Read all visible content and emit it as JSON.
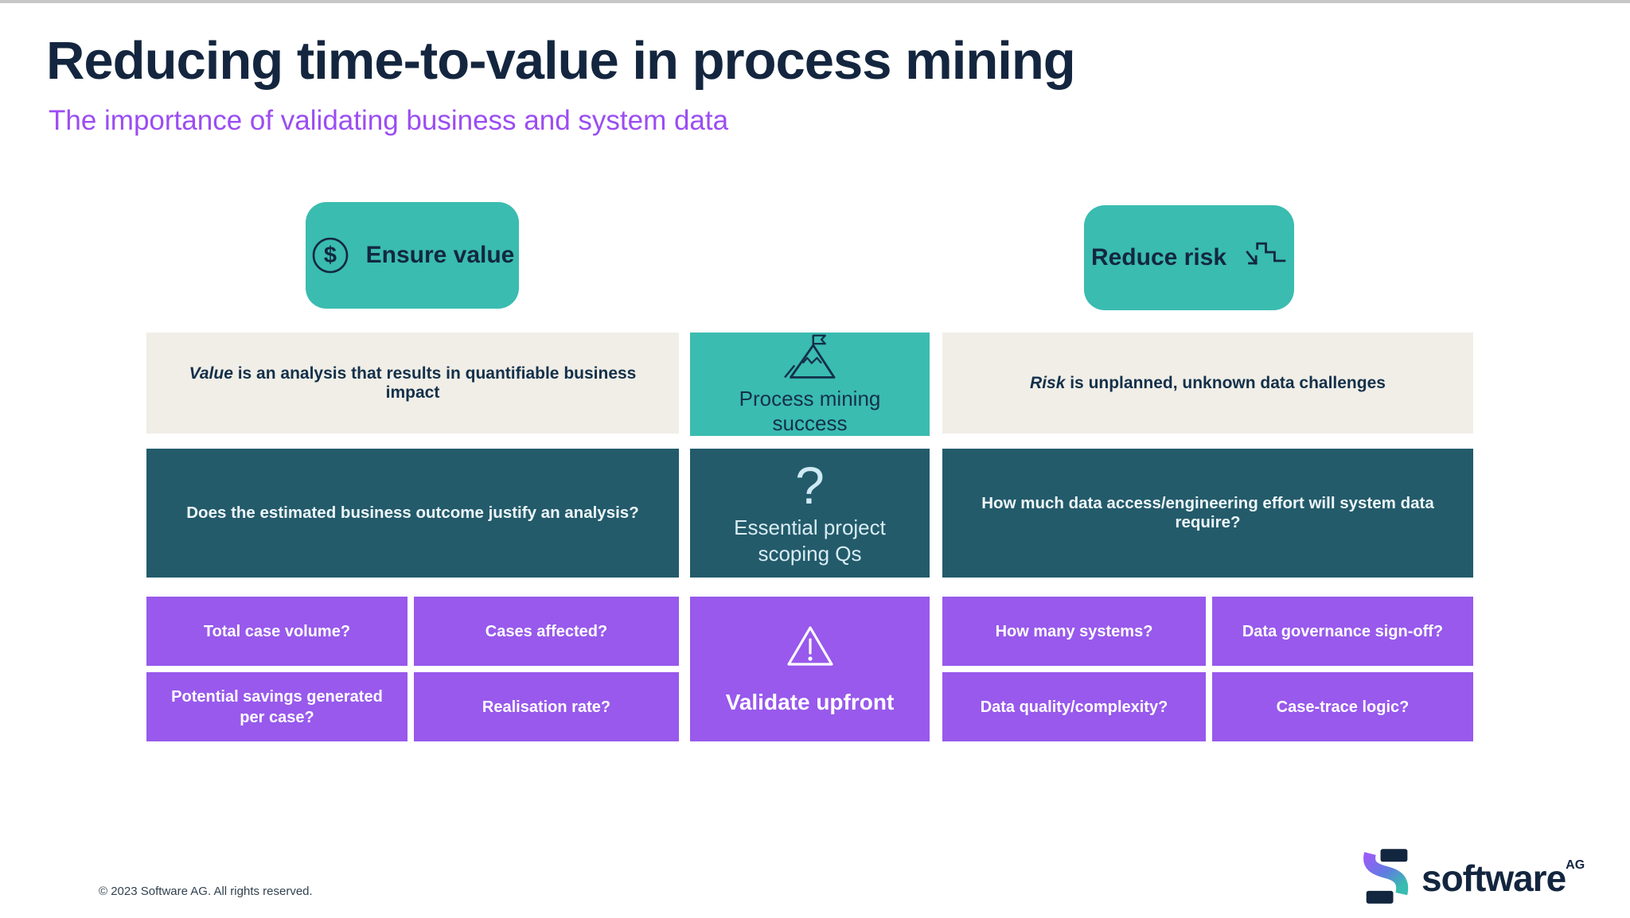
{
  "slide": {
    "title": "Reducing time-to-value in process mining",
    "subtitle": "The importance of validating business and system data",
    "footer": "© 2023 Software AG. All rights reserved."
  },
  "pills": {
    "ensure_value": "Ensure value",
    "reduce_risk": "Reduce risk"
  },
  "rows": {
    "definitions": {
      "value": {
        "lead": "Value",
        "rest": " is an analysis that results in quantifiable business impact"
      },
      "center": "Process mining success",
      "risk": {
        "lead": "Risk",
        "rest": " is unplanned, unknown data challenges"
      }
    },
    "questions": {
      "left": "Does the estimated business outcome justify an analysis?",
      "center": "Essential project scoping Qs",
      "right": "How much data access/engineering effort will system data require?"
    },
    "checks": {
      "left": [
        "Total case volume?",
        "Cases affected?",
        "Potential savings generated per case?",
        "Realisation rate?"
      ],
      "center": "Validate upfront",
      "right": [
        "How many systems?",
        "Data governance sign-off?",
        "Data quality/complexity?",
        "Case-trace logic?"
      ]
    }
  },
  "logo": {
    "brand": "software",
    "suffix": "AG"
  },
  "icons": {
    "ensure": "dollar-circle-icon",
    "reduce": "stairs-down-icon",
    "success": "mountain-flag-icon",
    "scoping": "question-mark-icon",
    "validate": "warning-triangle-icon"
  },
  "colors": {
    "teal": "#3ABCB0",
    "dark_teal": "#235B6B",
    "purple": "#9859EC",
    "beige": "#F0EEE7",
    "navy": "#13263F",
    "subtitle_purple": "#9B4DF2"
  }
}
